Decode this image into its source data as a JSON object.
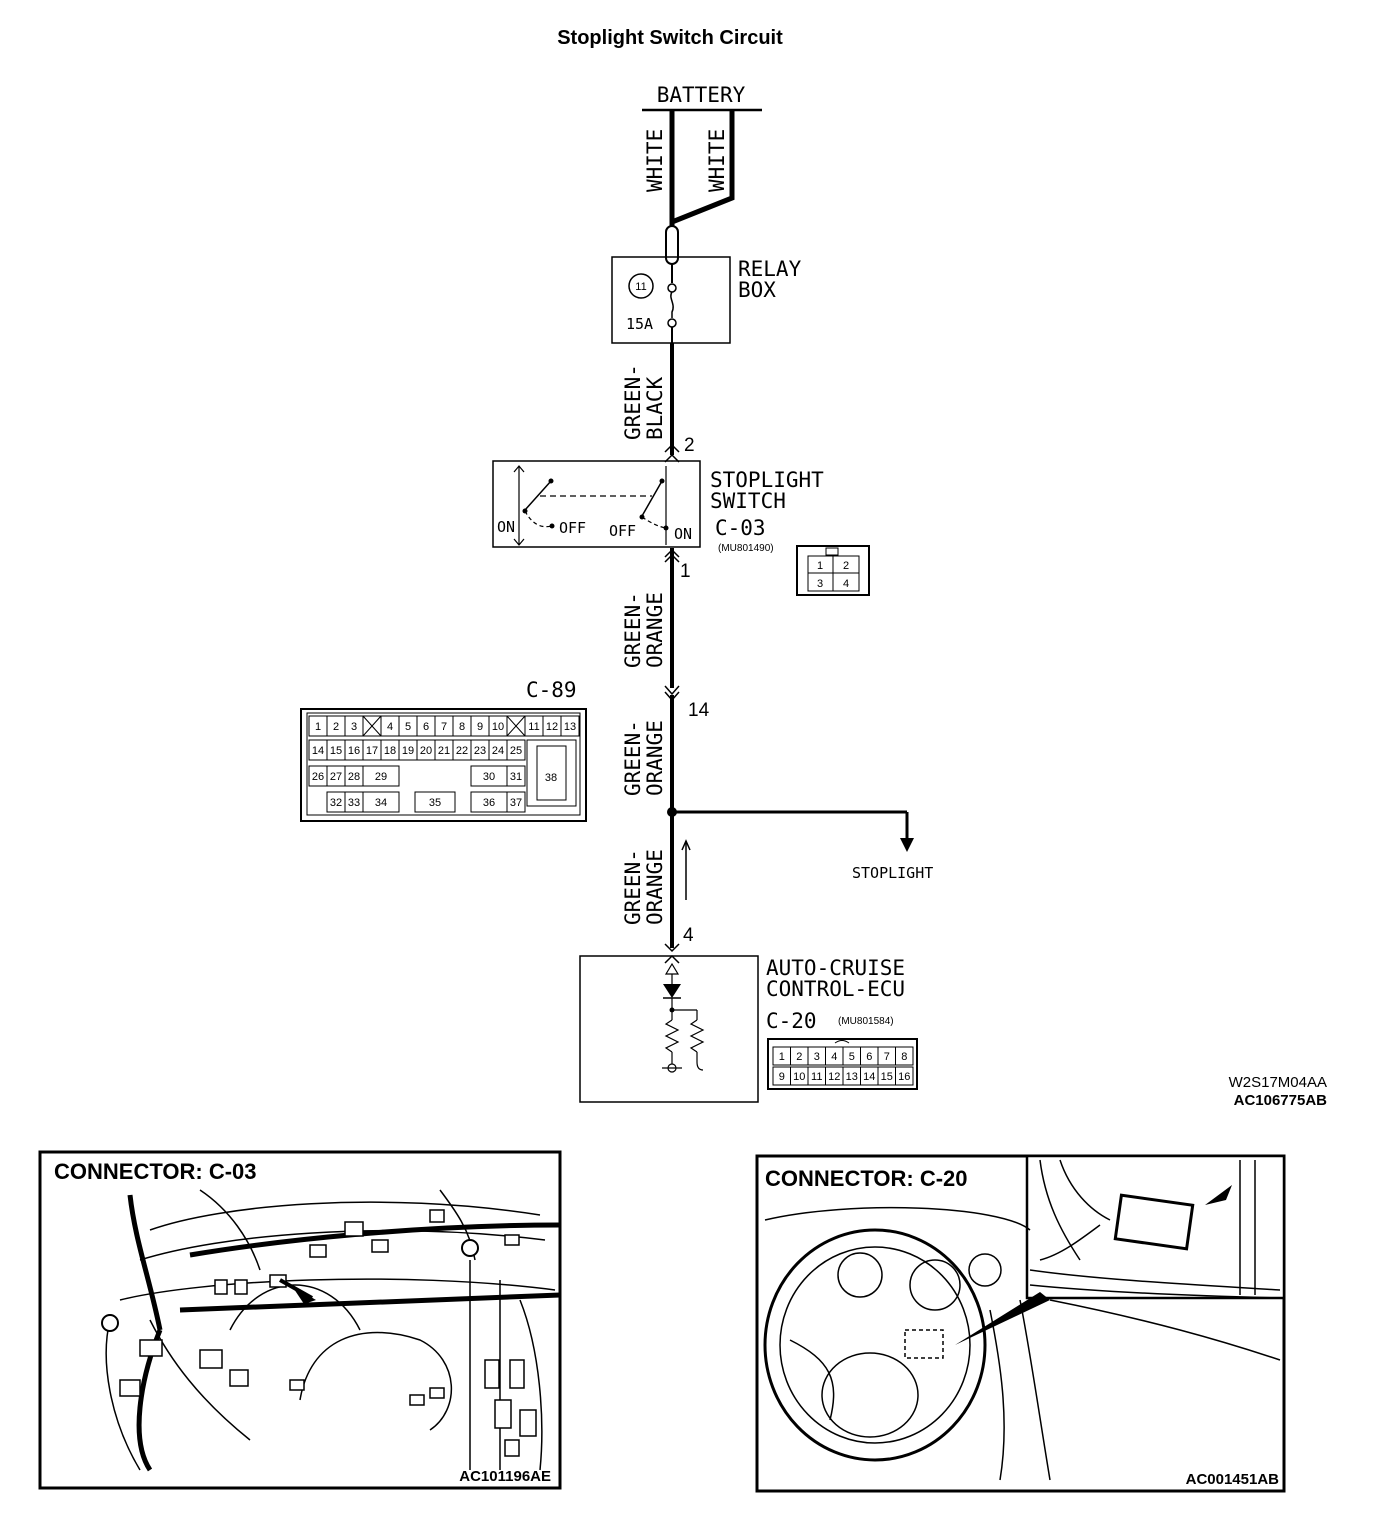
{
  "title": "Stoplight Switch Circuit",
  "battery_label": "BATTERY",
  "wire_white_left": "WHITE",
  "wire_white_right": "WHITE",
  "relay_box": {
    "line1": "RELAY",
    "line2": "BOX",
    "fuse_number": "11",
    "fuse_rating": "15A"
  },
  "wire_green_black": {
    "line1": "GREEN-",
    "line2": "BLACK"
  },
  "stoplight_switch": {
    "line1": "STOPLIGHT",
    "line2": "SWITCH",
    "connector": "C-03",
    "part_number": "(MU801490)",
    "pin_top": "2",
    "pin_bottom": "1",
    "on_left": "ON",
    "off_left": "OFF",
    "off_right": "OFF",
    "on_right": "ON",
    "pins": [
      "1",
      "2",
      "3",
      "4"
    ]
  },
  "wire_green_orange_1": {
    "line1": "GREEN-",
    "line2": "ORANGE"
  },
  "wire_green_orange_2": {
    "line1": "GREEN-",
    "line2": "ORANGE"
  },
  "wire_green_orange_3": {
    "line1": "GREEN-",
    "line2": "ORANGE"
  },
  "junction_pin": "14",
  "c89": {
    "label": "C-89",
    "row1": [
      "1",
      "2",
      "3",
      "4",
      "5",
      "6",
      "7",
      "8",
      "9",
      "10",
      "11",
      "12",
      "13"
    ],
    "row2": [
      "14",
      "15",
      "16",
      "17",
      "18",
      "19",
      "20",
      "21",
      "22",
      "23",
      "24",
      "25"
    ],
    "row3": [
      "26",
      "27",
      "28",
      "29",
      "30",
      "31"
    ],
    "row4": [
      "32",
      "33",
      "34",
      "35",
      "36",
      "37"
    ],
    "big": "38"
  },
  "stoplight_label": "STOPLIGHT",
  "ecu": {
    "line1": "AUTO-CRUISE",
    "line2": "CONTROL-ECU",
    "connector": "C-20",
    "part_number": "(MU801584)",
    "pin": "4",
    "pins_row1": [
      "1",
      "2",
      "3",
      "4",
      "5",
      "6",
      "7",
      "8"
    ],
    "pins_row2": [
      "9",
      "10",
      "11",
      "12",
      "13",
      "14",
      "15",
      "16"
    ]
  },
  "ref_code_1": "W2S17M04AA",
  "ref_code_2": "AC106775AB",
  "connector_c03": {
    "title": "CONNECTOR: C-03",
    "code": "AC101196AE"
  },
  "connector_c20": {
    "title": "CONNECTOR: C-20",
    "code": "AC001451AB"
  }
}
